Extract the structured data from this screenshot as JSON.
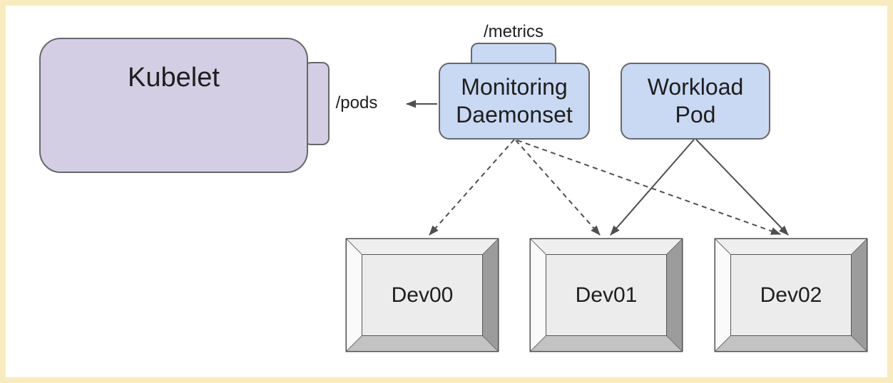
{
  "nodes": {
    "kubelet": {
      "label": "Kubelet"
    },
    "pods_endpoint": {
      "label": "/pods"
    },
    "metrics_endpoint": {
      "label": "/metrics"
    },
    "monitoring_daemonset": {
      "line1": "Monitoring",
      "line2": "Daemonset"
    },
    "workload_pod": {
      "line1": "Workload",
      "line2": "Pod"
    },
    "devices": [
      {
        "label": "Dev00"
      },
      {
        "label": "Dev01"
      },
      {
        "label": "Dev02"
      }
    ]
  },
  "edges": [
    {
      "from": "monitoring_daemonset",
      "to": "pods_endpoint",
      "style": "solid",
      "arrowhead": "to"
    },
    {
      "from": "monitoring_daemonset",
      "to": "dev00",
      "style": "dashed",
      "arrowhead": "to"
    },
    {
      "from": "monitoring_daemonset",
      "to": "dev01",
      "style": "dashed",
      "arrowhead": "to"
    },
    {
      "from": "monitoring_daemonset",
      "to": "dev02",
      "style": "dashed",
      "arrowhead": "to"
    },
    {
      "from": "workload_pod",
      "to": "dev01",
      "style": "solid",
      "arrowhead": "to"
    },
    {
      "from": "workload_pod",
      "to": "dev02",
      "style": "solid",
      "arrowhead": "to"
    }
  ],
  "colors": {
    "frame_border": "#f9ebc0",
    "canvas": "#ffffff",
    "kubelet_fill": "#d4cee5",
    "pod_fill": "#c9d8f3",
    "node_outline": "#686868",
    "arrow": "#4f4f4f",
    "device_face": "#ececec",
    "device_bevel_dark": "#9c9c9c",
    "text": "#1e1e1e"
  }
}
